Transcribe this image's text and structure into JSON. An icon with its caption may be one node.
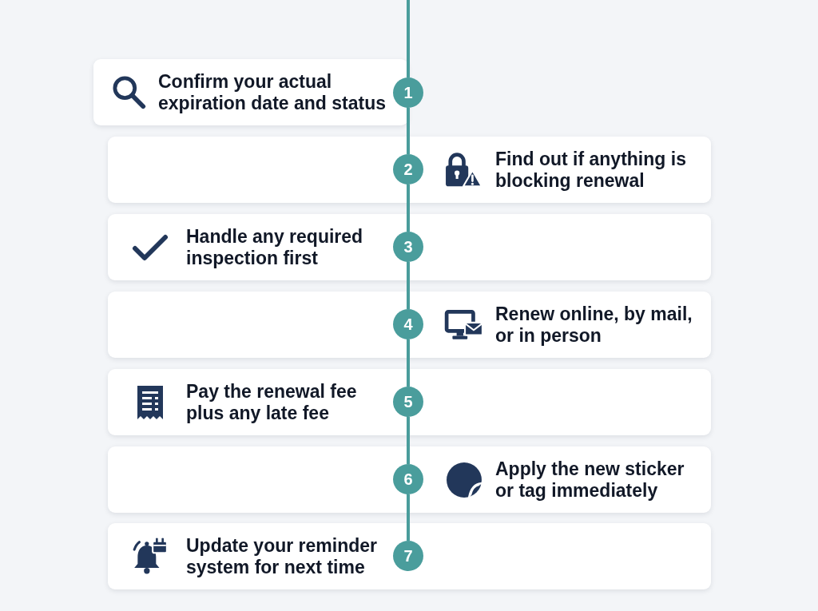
{
  "diagram": {
    "nodes": [
      {
        "text": [
          "Confirm your actual expiration date and status"
        ]
      },
      {
        "text": [
          "1"
        ]
      },
      {
        "text": [
          "Find out if anything is blocking renewal"
        ]
      },
      {
        "text": [
          "2"
        ],
        "in": 2
      },
      {
        "text": [
          "Handle any required inspection first"
        ]
      },
      {
        "text": [
          "3"
        ],
        "in": 4
      },
      {
        "text": [
          "Renew online, by mail, or in person"
        ]
      },
      {
        "text": [
          "4"
        ],
        "in": 6
      },
      {
        "text": [
          "Pay the renewal fee plus any late fee"
        ]
      },
      {
        "text": [
          "5"
        ],
        "in": 8
      },
      {
        "text": [
          "Apply the new sticker or tag immediately"
        ]
      },
      {
        "text": [
          "6"
        ],
        "in": 10
      },
      {
        "text": [
          "Update your reminder system for next time"
        ]
      },
      {
        "text": [
          "7"
        ],
        "in": 12
      }
    ],
    "edges": [
      {
        "from": null,
        "to": 1,
        "arrow": "none"
      },
      {
        "from": 1,
        "to": 3,
        "arrow": "none"
      },
      {
        "from": 3,
        "to": 5,
        "arrow": "none"
      },
      {
        "from": 5,
        "to": 7,
        "arrow": "none"
      },
      {
        "from": 7,
        "to": 9,
        "arrow": "none"
      },
      {
        "from": 9,
        "to": 11,
        "arrow": "none"
      },
      {
        "from": 11,
        "to": 13,
        "arrow": "none"
      }
    ]
  }
}
